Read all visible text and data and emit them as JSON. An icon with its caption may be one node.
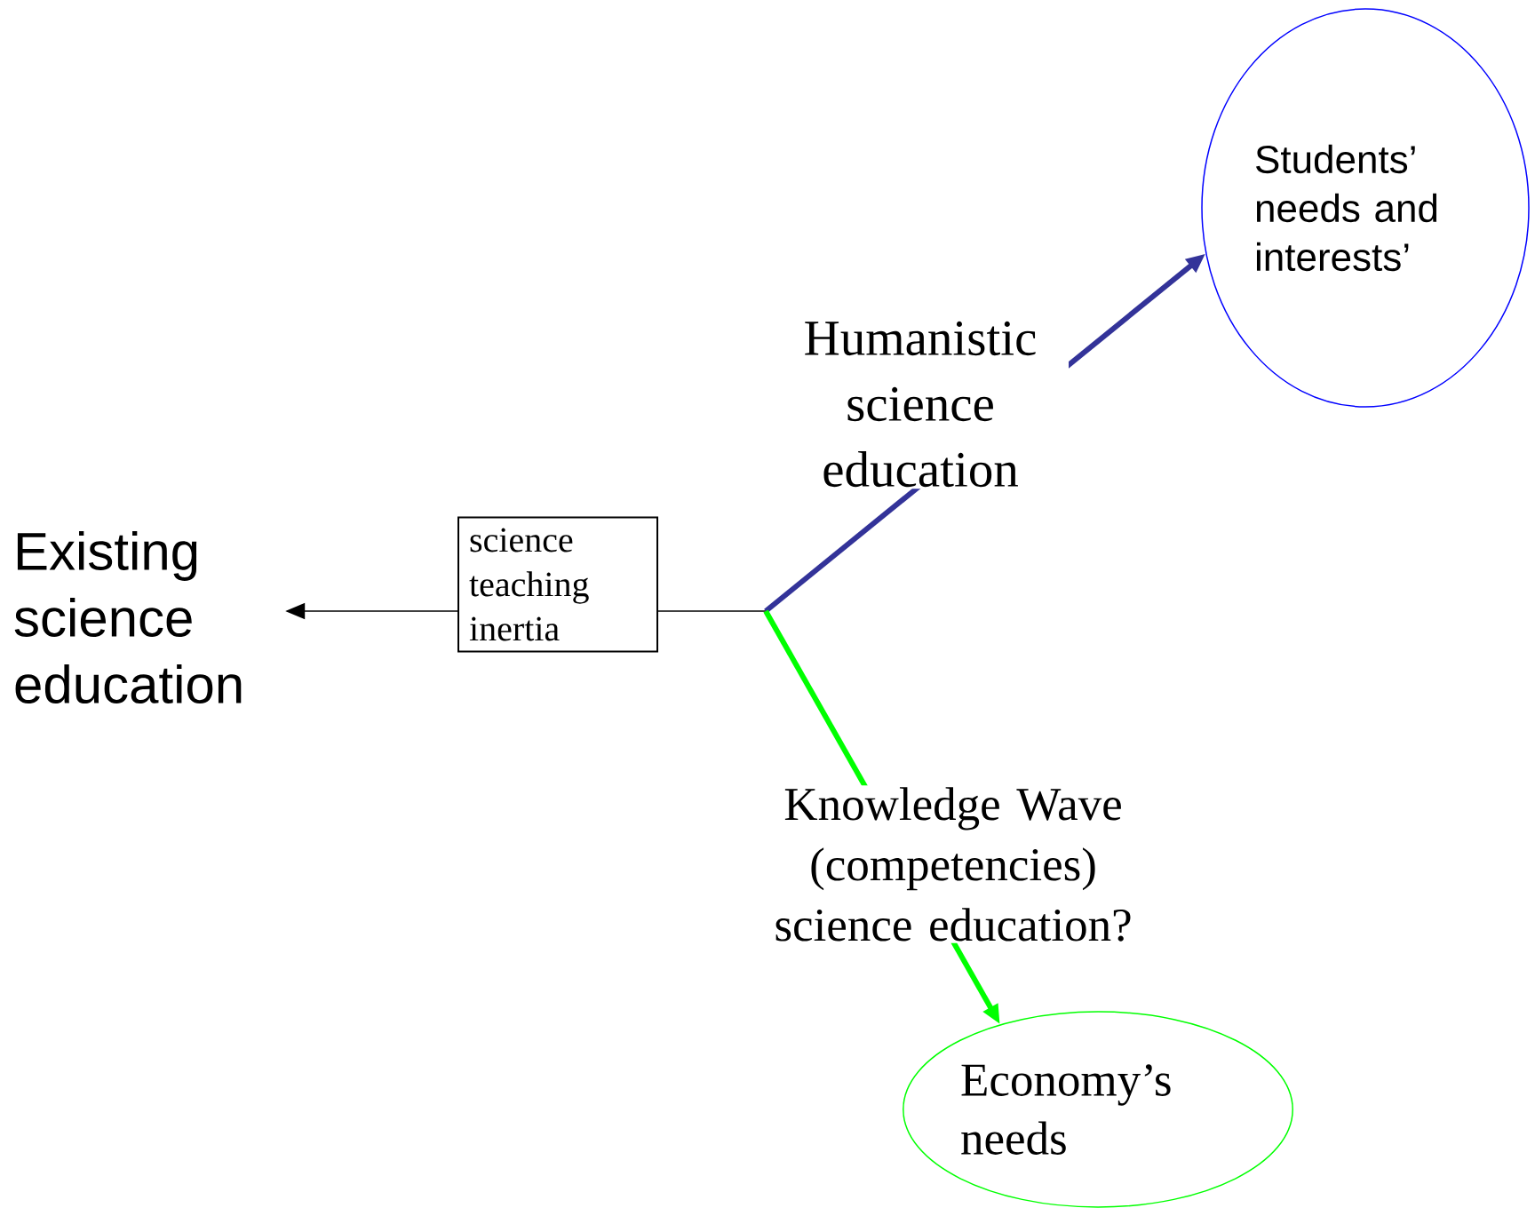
{
  "diagram": {
    "nodes": [
      {
        "text": [
          "Existing science education"
        ]
      },
      {
        "text": [
          "science teaching inertia"
        ]
      },
      {
        "text": [
          "Students’ needs and interests’"
        ]
      },
      {
        "text": [
          "Economy’s needs"
        ]
      }
    ],
    "edges": [
      {
        "from": null,
        "to": 1,
        "arrow": "none"
      },
      {
        "from": 1,
        "to": 0,
        "arrow": "to"
      },
      {
        "from": null,
        "to": 2,
        "arrow": "to",
        "label": "Humanistic science education",
        "style": "thick",
        "color": "#333399"
      },
      {
        "from": null,
        "to": 3,
        "arrow": "to",
        "label": "Knowledge Wave (competencies) science education?",
        "style": "thick",
        "color": "#00ff00"
      }
    ]
  }
}
